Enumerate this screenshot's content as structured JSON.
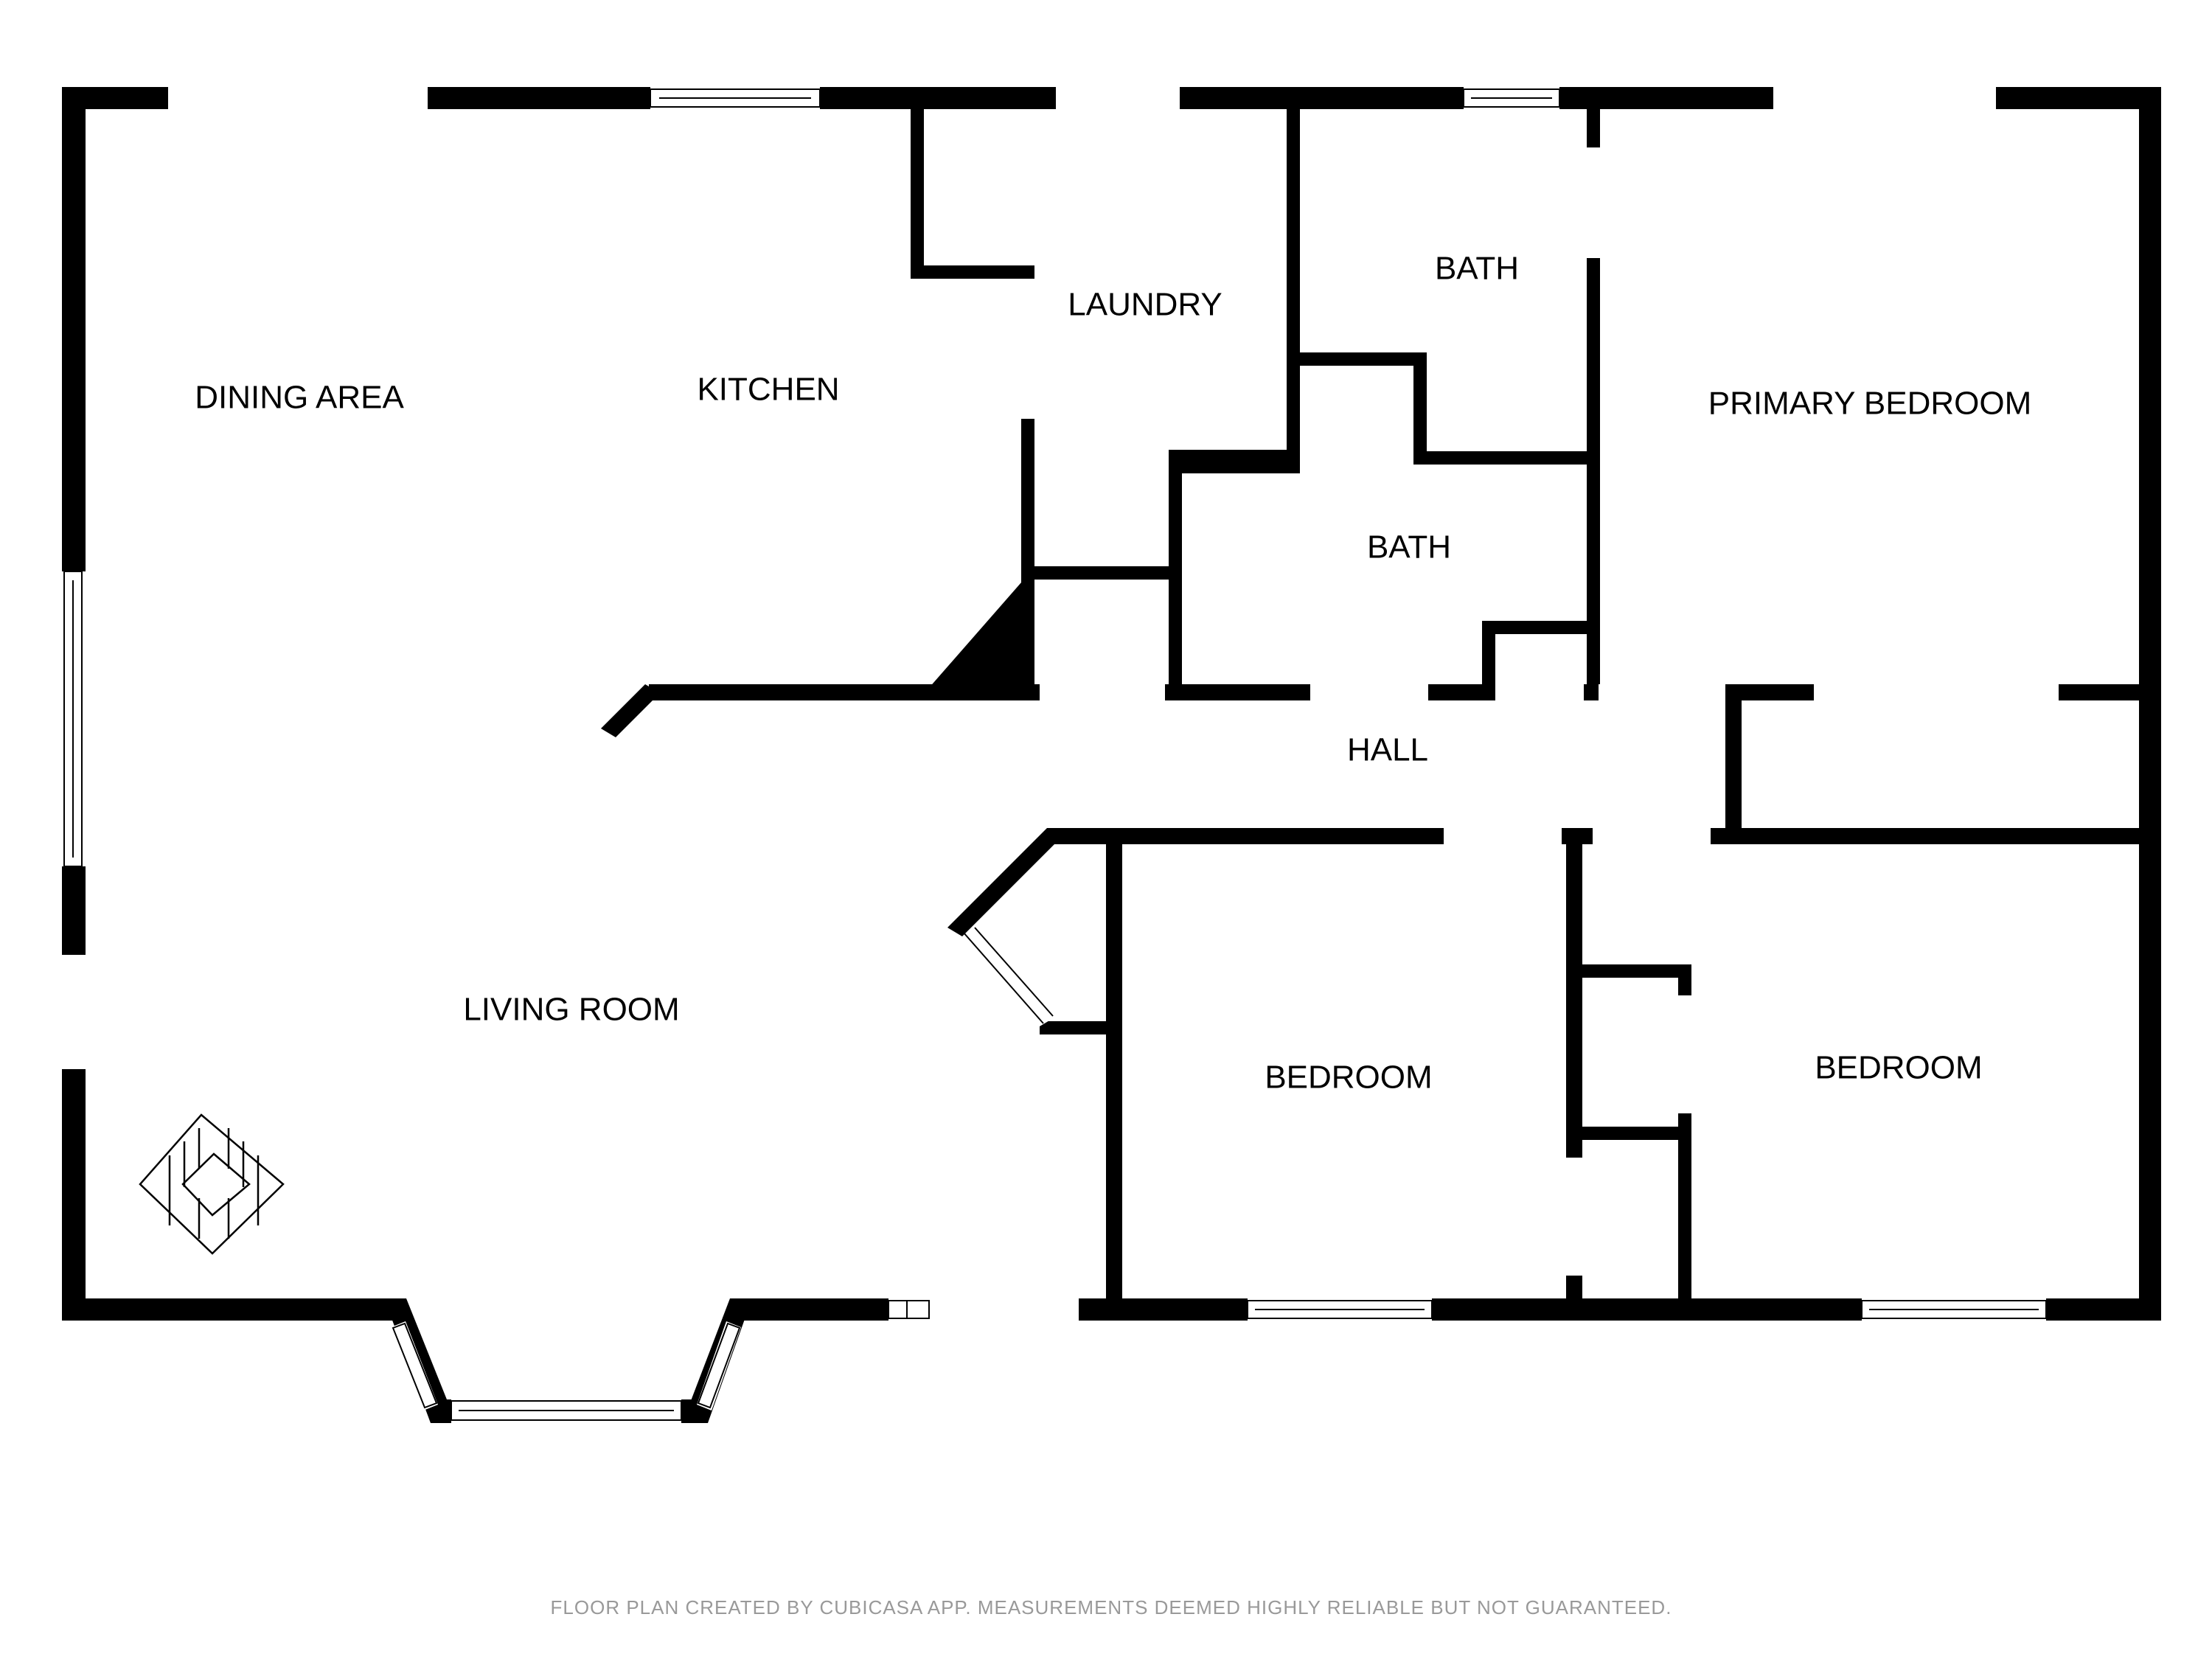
{
  "rooms": {
    "dining_area": "DINING AREA",
    "kitchen": "KITCHEN",
    "laundry": "LAUNDRY",
    "bath_upper": "BATH",
    "bath_lower": "BATH",
    "primary_bedroom": "PRIMARY BEDROOM",
    "hall": "HALL",
    "living_room": "LIVING ROOM",
    "bedroom_center": "BEDROOM",
    "bedroom_right": "BEDROOM"
  },
  "footer": {
    "disclaimer": "FLOOR PLAN CREATED BY CUBICASA APP. MEASUREMENTS DEEMED HIGHLY RELIABLE BUT NOT GUARANTEED."
  },
  "colors": {
    "wall": "#000000",
    "background": "#ffffff",
    "footer_text": "#999999"
  },
  "icons": {
    "fireplace": "fireplace-icon"
  }
}
